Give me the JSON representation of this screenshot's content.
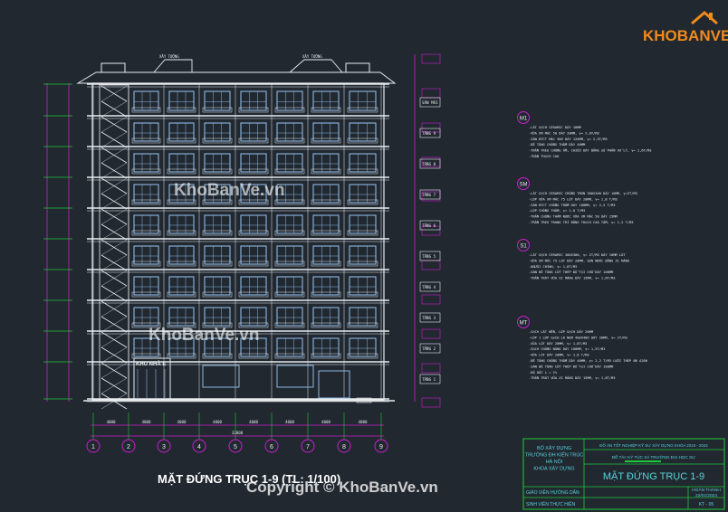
{
  "logo": {
    "text": "KHOBANVE"
  },
  "watermarks": [
    "KhoBanVe.vn",
    "KhoBanVe.vn"
  ],
  "drawing": {
    "title": "MẶT ĐỨNG TRỤC 1-9 (TL: 1/100)",
    "copyright": "Copyright © KhoBanVe.vn",
    "entrance_label": "KHU NHÀ E",
    "floor_tags": [
      "SÀN MÁI",
      "TẦNG 9",
      "TẦNG 8",
      "TẦNG 7",
      "TẦNG 6",
      "TẦNG 5",
      "TẦNG 4",
      "TẦNG 3",
      "TẦNG 2",
      "TẦNG 1"
    ],
    "grid_axes": [
      "1",
      "2",
      "3",
      "4",
      "5",
      "6",
      "7",
      "8",
      "9"
    ],
    "bay_dims": [
      "4000",
      "4000",
      "4000",
      "4000",
      "4000",
      "4000",
      "4000",
      "4000"
    ],
    "total_dim": "32000",
    "roof_label": "XÂY TƯỜNG"
  },
  "notes": [
    {
      "tag": "M1",
      "lines": [
        "-LÁT GẠCH CERAMIC DÀY 10MM",
        "-VỮA XM MÁC 50 DÀY 20MM, γ= 2,0T/M3",
        "-SÀN BTCT MÁC 300 DÀY 120MM, γ= 2,5T/M3",
        "-BÊ TÔNG CHỐNG THẤM DÀY 40MM",
        "-TRẦN TREO CHỐNG ẨM, CHIỀU DÀY BẰNG SỐ PHẦN XỬ LÝ, γ= 1,6T/M3",
        "-TRẦN THẠCH CAO"
      ]
    },
    {
      "tag": "SM",
      "lines": [
        "-LÁT GẠCH CERAMIC CHỐNG TRƠN 300X300 DÀY 10MM, γ=2T/M3",
        "-LỚP VỮA XM MÁC 75 LÓT DÀY 20MM, γ= 1,8 T/M3",
        "-SÀN BTCT CHỐNG THẤM DÀY 100MM, γ= 2,5 T/M3",
        "-LỚP CHỐNG THẤM, γ= 1,0 T/M3",
        "-TRẦN CHỐNG THẤM NƯỚC VỮA XM MÁC 50 DÀY 15MM",
        "-TRẦN TREO TRANG TRÍ BẰNG THẠCH CAO TẤM, γ= 1,2 T/M3"
      ]
    },
    {
      "tag": "S1",
      "lines": [
        "-LÁT GẠCH CERAMIC 300X300, γ= 2T/M3 DÀY 10MM LÓT",
        "-VỮA XM MÁC 75 LÓT DÀY 20MM, SƠN NƯỚC BẰNG XI MĂNG",
        "-NGƯỜI CHÍNH, γ= 1,8T/M3",
        "-SÀN BÊ TÔNG CỐT THÉP ĐỔ TẠI CHỖ DÀY 100MM",
        "-TRẦN TRÁT VỮA XI MĂNG DÀY 15MM, γ= 1,8T/M3"
      ]
    },
    {
      "tag": "MT",
      "lines": [
        "-GẠCH LÁT NỀN, LỚP GẠCH DÀY 20MM",
        "-LỚP 1 LỚP GẠCH LÁ NEM 400X400 DÀY 20MM, γ= 2T/M3",
        "-VỮA LÓT DÀY 20MM, γ= 1,8T/M3",
        "-GẠCH CHỐNG NÓNG DÀY 100MM, γ= 1,5T/M3",
        "-VỮA LÓT DÀY 20MM, γ= 1,8 T/M3",
        "-BÊ TÔNG CHỐNG THẤM DÀY 40MM, γ= 2,2 T/M3 LƯỚI THÉP Ø6 A200",
        "-SÀN BÊ TÔNG CỐT THÉP ĐỔ TẠI CHỖ DÀY 100MM",
        "-ĐỘ DỐC i = 2%",
        "-TRẦN TRÁT VỮA XI MĂNG DÀY 15MM, γ= 1,8T/M3"
      ]
    }
  ],
  "title_block": {
    "school": [
      "BỘ XÂY DỰNG",
      "TRƯỜNG ĐH KIẾN TRÚC",
      "HÀ NỘI",
      "KHOA XÂY DỰNG"
    ],
    "project": "ĐỒ ÁN TỐT NGHIỆP KỸ SƯ XÂY DỰNG KHÓA 2019 - 2024",
    "topic": "ĐỀ TÀI: KÝ TÚC XÁ TRƯỜNG ĐẠI HỌC SƯ",
    "sheet_name": "MẶT ĐỨNG TRỤC 1-9",
    "teacher_label": "GIÁO VIÊN HƯỚNG DẪN",
    "student_label": "SINH VIÊN THỰC HIỆN",
    "date_label": "HOÀN THÀNH",
    "date": "22/01/2024",
    "sheet_no": "KT - 05"
  },
  "colors": {
    "bg": "#212830",
    "white": "#e8ecef",
    "magenta": "#cc1fcf",
    "green": "#22c83a",
    "cyan": "#5ad2de",
    "window": "#8fb8e2",
    "orange": "#f08a1c"
  }
}
